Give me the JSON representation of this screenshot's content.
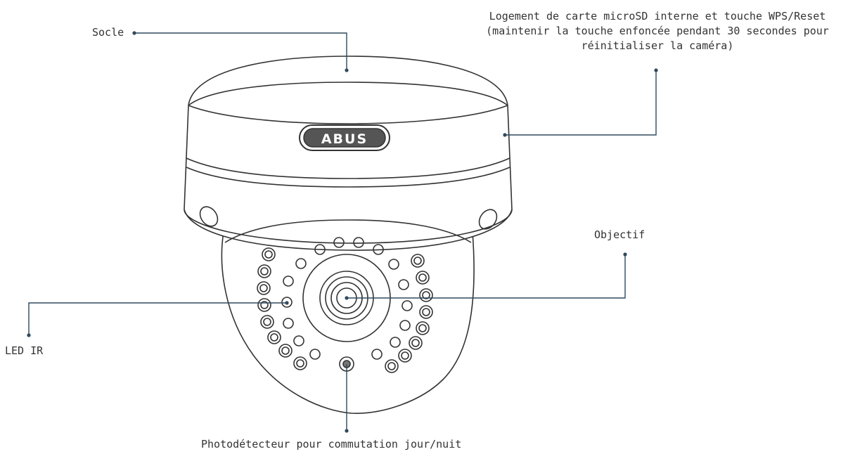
{
  "brand": {
    "logo_text": "ABUS"
  },
  "labels": {
    "socle": "Socle",
    "microsd_line1": "Logement de carte microSD interne et touche WPS/Reset",
    "microsd_line2": "(maintenir la touche enfoncée pendant 30 secondes pour",
    "microsd_line3": "réinitialiser la caméra)",
    "objectif": "Objectif",
    "led_ir": "LED IR",
    "photodetecteur": "Photodétecteur pour commutation jour/nuit"
  },
  "colors": {
    "leader_line": "#2f4a5e",
    "outline": "#333333",
    "text": "#333333"
  }
}
